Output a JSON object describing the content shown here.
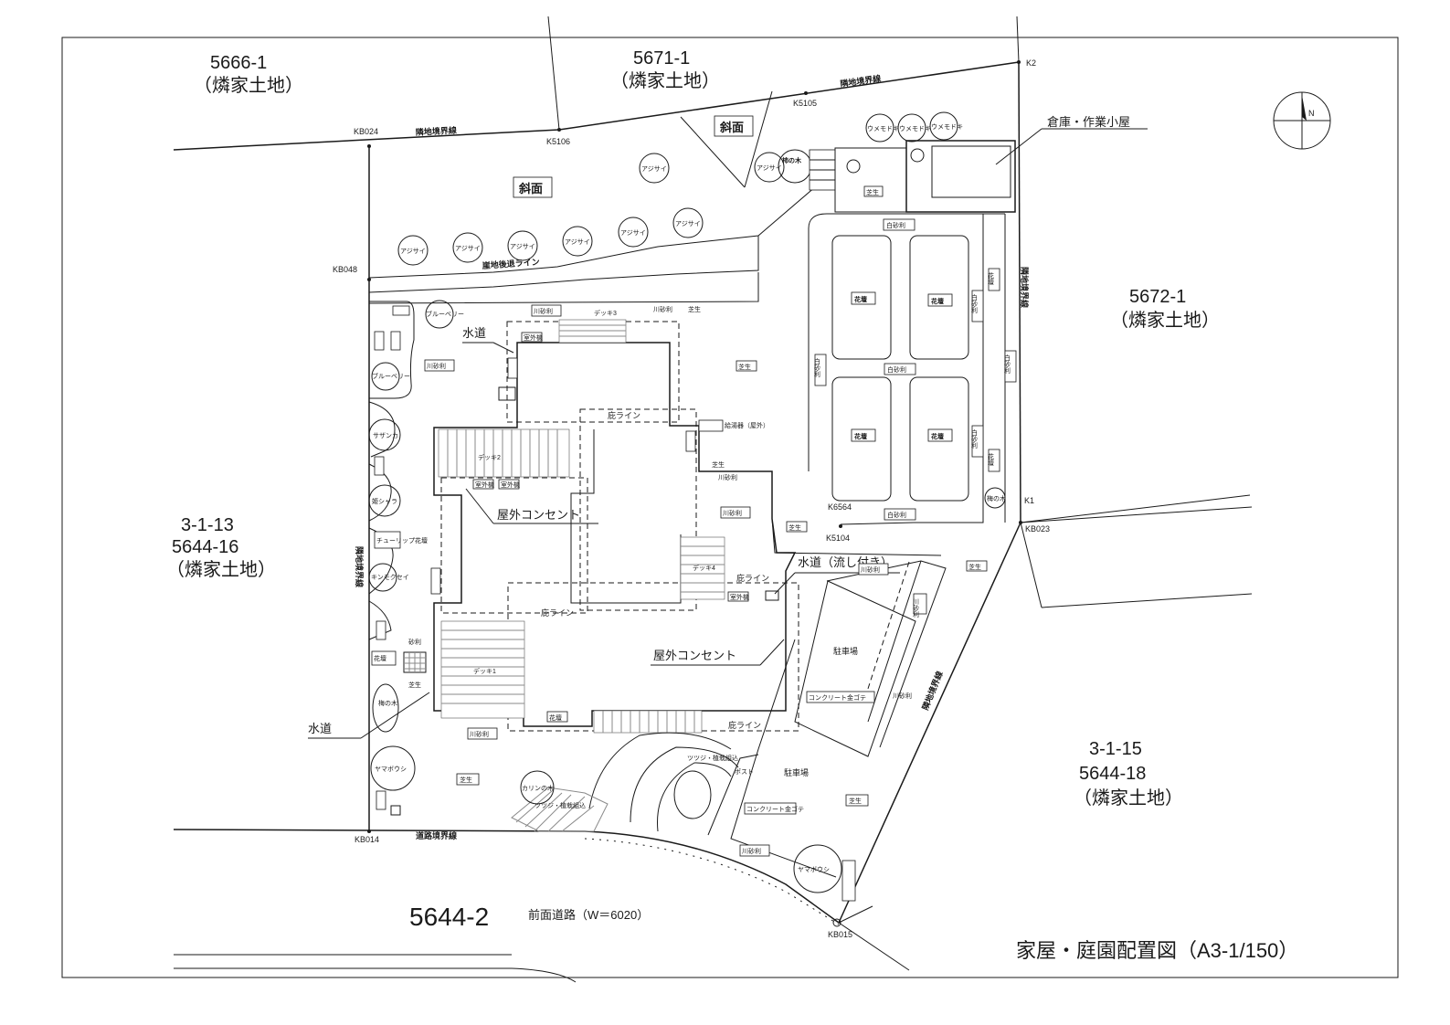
{
  "title": "家屋・庭園配置図（A3-1/150）",
  "north": "N",
  "parcels": {
    "p5666_1": {
      "code": "5666-1",
      "owner": "（燐家土地）"
    },
    "p5671_1": {
      "code": "5671-1",
      "owner": "（燐家土地）"
    },
    "p5672_1": {
      "code": "5672-1",
      "owner": "（燐家土地）"
    },
    "p3_1_13": {
      "code1": "3-1-13",
      "code2": "5644-16",
      "owner": "（燐家土地）"
    },
    "p3_1_15": {
      "code1": "3-1-15",
      "code2": "5644-18",
      "owner": "（燐家土地）"
    },
    "road": {
      "code": "5644-2",
      "label": "前面道路（W＝6020）"
    }
  },
  "points": {
    "K2": "K2",
    "K5105": "K5105",
    "KB024": "KB024",
    "K5106": "K5106",
    "KB048": "KB048",
    "K1": "K1",
    "KB023": "KB023",
    "K6564": "K6564",
    "K5104": "K5104",
    "KB014": "KB014",
    "KB015": "KB015"
  },
  "lines": {
    "boundary_n": "隣地境界線",
    "boundary_n2": "隣地境界線",
    "boundary_e": "隣地境界線",
    "boundary_w": "隣地境界線",
    "boundary_se": "隣地境界線",
    "road_line": "道路境界線",
    "cliff": "崖地後退ライン"
  },
  "labels": {
    "slope1": "斜面",
    "slope2": "斜面",
    "shed": "倉庫・作業小屋",
    "water1": "水道",
    "water2": "水道",
    "water3": "水道（流し付き）",
    "outlet1": "屋外コンセント",
    "outlet2": "屋外コンセント",
    "eave1": "庇ライン",
    "eave2": "庇ライン",
    "eave3": "庇ライン",
    "eave4": "庇ライン",
    "lawn": "芝生",
    "river_gravel": "川砂利",
    "white_gravel": "白砂利",
    "flowerbed": "花壇",
    "hydrangea": "アジサイ",
    "persimmon": "柿の木",
    "umemodoki": "ウメモドキ",
    "blueberry": "ブルーベリー",
    "sazanka": "サザンカ",
    "natsutsubaki": "姫シャラ",
    "yamaboushi": "ヤマボウシ",
    "karin": "カリンの木",
    "parking": "駐車場",
    "concrete": "コンクリート金ゴテ",
    "deck1": "デッキ1",
    "deck2": "デッキ2",
    "deck3": "デッキ3",
    "deck4": "デッキ4",
    "gravel": "砂利",
    "post": "ポスト",
    "outdoor_unit": "室外機",
    "kinmokusei": "キンモクセイ",
    "tulip": "チューリップ花壇",
    "ume": "梅の木",
    "kitchen_outlet": "給湯器（屋外）",
    "fence": "ツツジ・植栽組込",
    "azalea": "ツツジ・植栽組込"
  }
}
